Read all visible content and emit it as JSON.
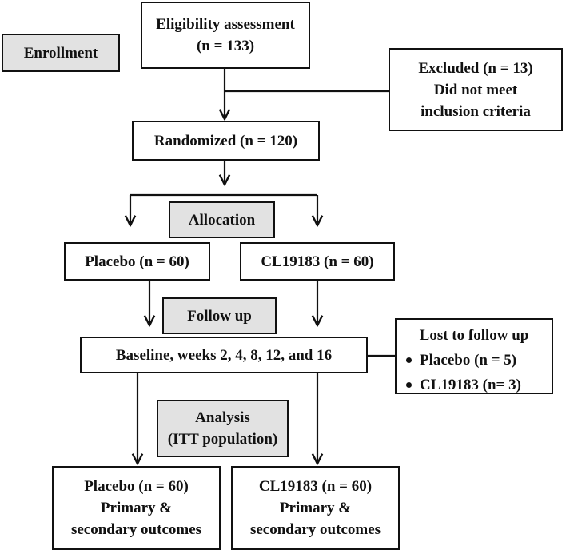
{
  "nodes": {
    "eligibility": {
      "line1": "Eligibility assessment",
      "line2": "(n = 133)"
    },
    "enrollment": {
      "label": "Enrollment"
    },
    "excluded": {
      "line1": "Excluded (n = 13)",
      "line2": "Did not meet",
      "line3": "inclusion criteria"
    },
    "randomized": {
      "label": "Randomized (n = 120)"
    },
    "allocation": {
      "label": "Allocation"
    },
    "placebo_alloc": {
      "label": "Placebo (n = 60)"
    },
    "cl_alloc": {
      "label": "CL19183 (n = 60)"
    },
    "follow_up": {
      "label": "Follow up"
    },
    "baseline": {
      "label": "Baseline, weeks 2, 4, 8, 12, and 16"
    },
    "lost": {
      "title": "Lost to follow up",
      "items": [
        "Placebo (n = 5)",
        "CL19183 (n= 3)"
      ]
    },
    "analysis": {
      "line1": "Analysis",
      "line2": "(ITT population)"
    },
    "placebo_final": {
      "line1": "Placebo (n = 60)",
      "line2": "Primary &",
      "line3": "secondary outcomes"
    },
    "cl_final": {
      "line1": "CL19183 (n = 60)",
      "line2": "Primary &",
      "line3": "secondary outcomes"
    }
  }
}
